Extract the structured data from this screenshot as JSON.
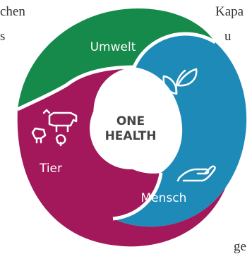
{
  "page_fragments": {
    "top_left_1": "chen",
    "top_left_2": "s",
    "top_right_1": "Kapa",
    "top_right_2": "u",
    "bottom_right": "ge"
  },
  "diagram": {
    "center": {
      "line1": "ONE",
      "line2": "HEALTH"
    },
    "segments": [
      {
        "key": "umwelt",
        "label": "Umwelt",
        "icon": "leaf-icon",
        "color": "#168a4a"
      },
      {
        "key": "mensch",
        "label": "Mensch",
        "icon": "hand-icon",
        "color": "#1e8ab8"
      },
      {
        "key": "tier",
        "label": "Tier",
        "icon": "livestock-icon",
        "color": "#a3185a"
      }
    ]
  }
}
